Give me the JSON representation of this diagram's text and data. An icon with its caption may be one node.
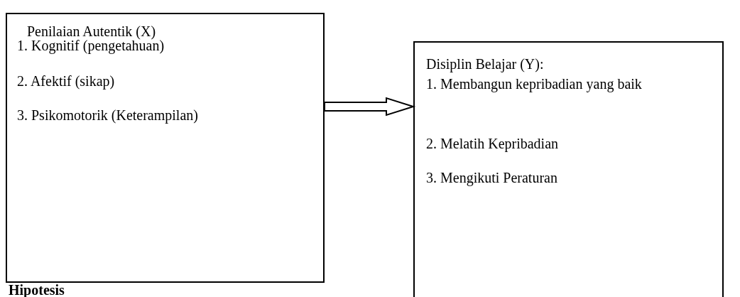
{
  "diagram": {
    "nodes": [
      {
        "text": [
          "Penilaian Autentik (X)",
          "1. Kognitif (pengetahuan)",
          "2. Afektif (sikap)",
          "3. Psikomotorik (Keterampilan)"
        ]
      },
      {
        "text": [
          "Disiplin Belajar (Y):",
          "1. Membangun kepribadian yang baik",
          "2. Melatih Kepribadian",
          "3. Mengikuti Peraturan"
        ]
      }
    ],
    "edges": [
      {
        "from": 0,
        "to": 1,
        "arrow": "to"
      }
    ],
    "labels": [
      "Hipotesis"
    ]
  }
}
